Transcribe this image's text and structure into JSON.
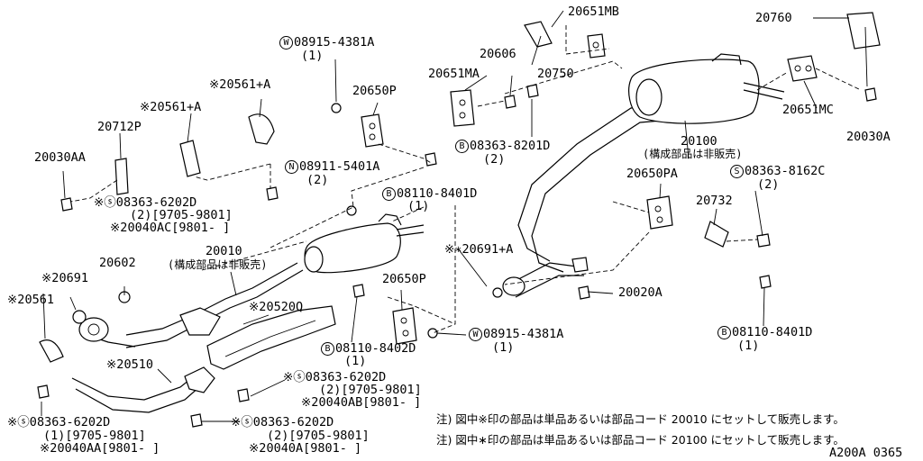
{
  "labels": {
    "p20651mb": "20651MB",
    "p20760": "20760",
    "w08915a": "08915-4381A",
    "w08915a_q": "(1)",
    "p20606": "20606",
    "p20651ma": "20651MA",
    "p20750": "20750",
    "p20561a1": "※20561+A",
    "p20561a2": "※20561+A",
    "p20650p1": "20650P",
    "p20712p": "20712P",
    "p20651mc": "20651MC",
    "p20030a": "20030A",
    "b08363_8201d": "08363-8201D",
    "b08363_8201d_q": "(2)",
    "p20100": "20100",
    "p20100_note": "(構成部品は非販売)",
    "p20030aa": "20030AA",
    "n08911": "08911-5401A",
    "n08911_q": "(2)",
    "b08110_8401d_1": "08110-8401D",
    "b08110_8401d_1_q": "(1)",
    "p20650pa": "20650PA",
    "s08363_8162c": "08363-8162C",
    "s08363_8162c_q": "(2)",
    "s08363_6202d_1": "※ⓢ08363-6202D",
    "s08363_6202d_1_d": "(2)[9705-9801]",
    "p20040ac": "※20040AC[9801-    ]",
    "p20732": "20732",
    "p20010": "20010",
    "p20010_note": "(構成部品は非販売)",
    "p20691a": "※∗20691+A",
    "p20602": "20602",
    "p20691": "※20691",
    "p20561": "※20561",
    "p20520q": "※20520Q",
    "p20650p2": "20650P",
    "p20020a": "20020A",
    "b08110_8401d_2": "08110-8401D",
    "b08110_8401d_2_q": "(1)",
    "w08915b": "08915-4381A",
    "w08915b_q": "(1)",
    "b08110_8402d": "08110-8402D",
    "b08110_8402d_q": "(1)",
    "p20510": "※20510",
    "s08363_6202d_2": "※ⓢ08363-6202D",
    "s08363_6202d_2_d": "(2)[9705-9801]",
    "p20040ab": "※20040AB[9801-    ]",
    "s08363_6202d_3": "※ⓢ08363-6202D",
    "s08363_6202d_3_d": "(1)[9705-9801]",
    "p20040aa": "※20040AA[9801-    ]",
    "s08363_6202d_4": "※ⓢ08363-6202D",
    "s08363_6202d_4_d": "(2)[9705-9801]",
    "p20040a": "※20040A[9801-    ]",
    "note1": "注) 図中※印の部品は単品あるいは部品コード 20010 にセットして販売します。",
    "note2": "注) 図中∗印の部品は単品あるいは部品コード 20100 にセットして販売します。",
    "code": "A200A 0365"
  },
  "marks": {
    "w": "W",
    "b": "B",
    "n": "N",
    "s": "S"
  }
}
